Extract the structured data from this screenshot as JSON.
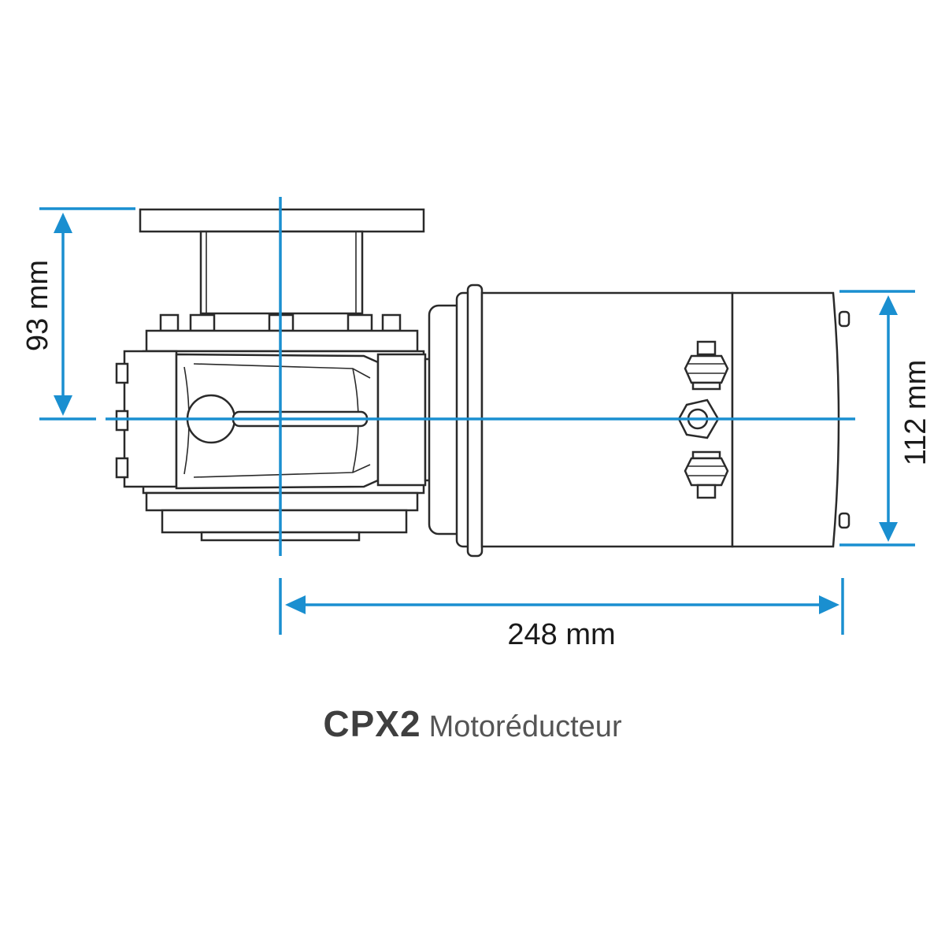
{
  "dimensions": {
    "height_flange": "93 mm",
    "height_motor": "112 mm",
    "length": "248 mm"
  },
  "caption": {
    "model": "CPX2",
    "description": "Motoréducteur"
  },
  "colors": {
    "dimension_lines": "#1a8fd0",
    "drawing_ink": "#2a2a2a",
    "caption_text": "#3f3f3f"
  }
}
